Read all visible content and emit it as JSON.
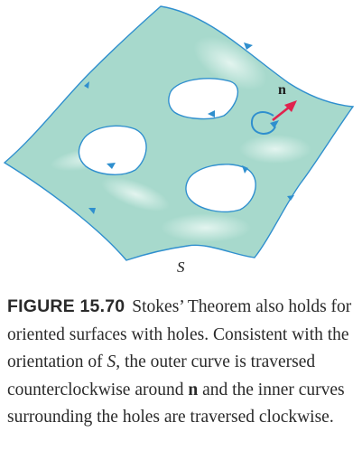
{
  "figure": {
    "surface_label": "S",
    "normal_label": "n",
    "colors": {
      "surface_fill": "#a7d9cc",
      "surface_edge": "#2f8fce",
      "normal_vector": "#e0234e"
    }
  },
  "caption": {
    "label": "FIGURE 15.70",
    "segments": [
      {
        "text": "Stokes’ Theorem also holds for oriented surfaces with holes. Consistent with the orientation of ",
        "style": "normal"
      },
      {
        "text": "S",
        "style": "italic"
      },
      {
        "text": ", the outer curve is traversed counterclockwise around ",
        "style": "normal"
      },
      {
        "text": "n",
        "style": "bold"
      },
      {
        "text": " and the inner curves surrounding the holes are traversed clockwise.",
        "style": "normal"
      }
    ]
  }
}
